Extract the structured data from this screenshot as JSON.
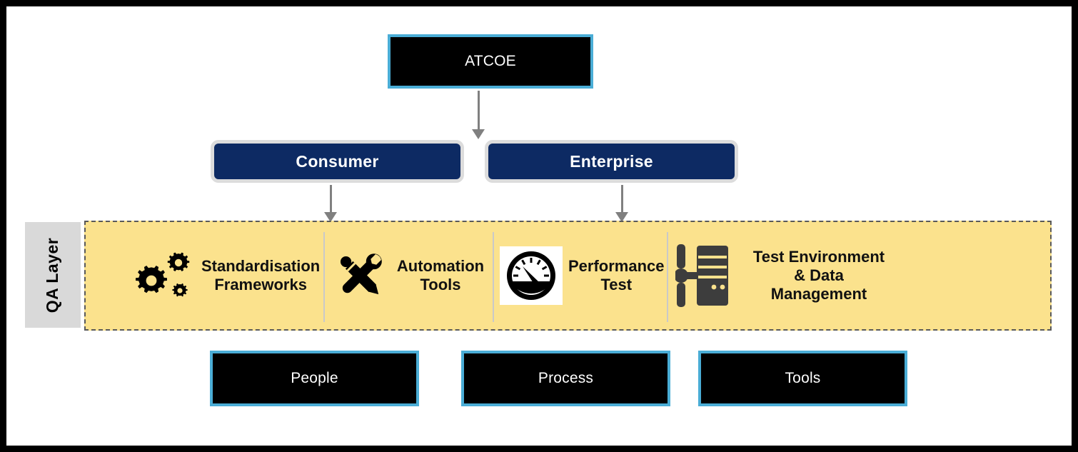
{
  "diagram": {
    "title_box": {
      "label": "ATCOE",
      "name": "atcoe-box"
    },
    "branches": [
      {
        "label": "Consumer",
        "name": "consumer-box"
      },
      {
        "label": "Enterprise",
        "name": "enterprise-box"
      }
    ],
    "qa_layer": {
      "label": "QA Layer",
      "items": [
        {
          "label": "Standardisation\nFrameworks",
          "line1": "Standardisation",
          "line2": "Frameworks",
          "line3": "",
          "icon": "gears-icon"
        },
        {
          "label": "Automation\nTools",
          "line1": "Automation",
          "line2": "Tools",
          "line3": "",
          "icon": "wrench-pencil-icon"
        },
        {
          "label": "Performance\nTest",
          "line1": "Performance",
          "line2": "Test",
          "line3": "",
          "icon": "gauge-icon"
        },
        {
          "label": "Test Environment\n& Data\nManagement",
          "line1": "Test Environment",
          "line2": "& Data",
          "line3": "Management",
          "icon": "server-icon"
        }
      ]
    },
    "foundations": [
      {
        "label": "People",
        "name": "people-box"
      },
      {
        "label": "Process",
        "name": "process-box"
      },
      {
        "label": "Tools",
        "name": "tools-box"
      }
    ]
  },
  "colors": {
    "frame": "#000000",
    "teal_border": "#4aadd6",
    "navy_fill": "#0d2a63",
    "navy_edge": "#dcdcdc",
    "qa_yellow": "#fbe28d",
    "qa_grey": "#d9d9d9",
    "arrow_grey": "#808080",
    "icon_black": "#000000",
    "icon_darkgrey": "#3d3d3d"
  }
}
